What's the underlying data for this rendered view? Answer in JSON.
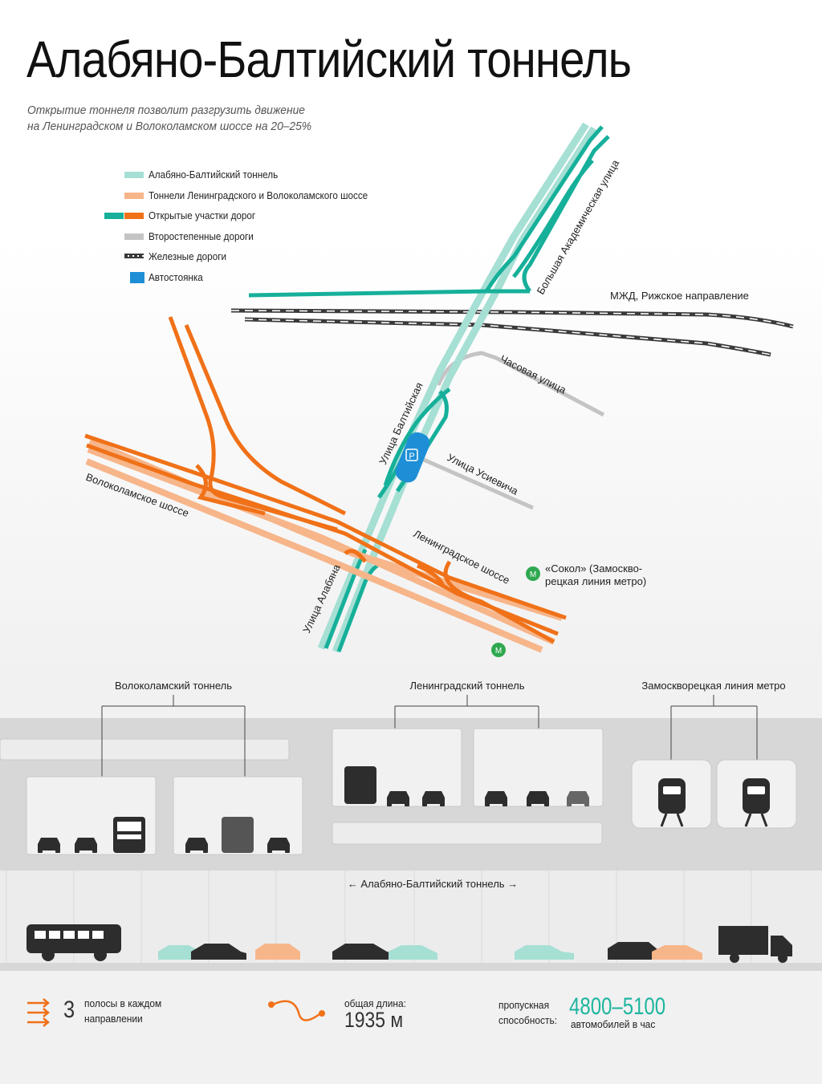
{
  "header": {
    "title": "Алабяно-Балтийский тоннель",
    "subtitle_line1": "Открытие тоннеля позволит разгрузить движение",
    "subtitle_line2": "на Ленинградском и Волоколамском шоссе на 20–25%"
  },
  "legend": [
    {
      "label": "Алабяно-Балтийский тоннель",
      "color": "#a6dfd4"
    },
    {
      "label": "Тоннели Ленинградского и Волоколамского шоссе",
      "color": "#f7b58a"
    },
    {
      "label": "Открытые участки дорог",
      "colors": [
        "#16b09a",
        "#f07118"
      ]
    },
    {
      "label": "Второстепенные дороги",
      "color": "#c4c4c4"
    },
    {
      "label": "Железные дороги",
      "color": "#3a3a3a"
    },
    {
      "label": "Автостоянка",
      "color": "#1e8fd6"
    }
  ],
  "map_labels": {
    "academic": "Большая Академическая улица",
    "mzd": "МЖД, Рижское направление",
    "chasovaya": "Часовая улица",
    "baltic": "Улица Балтийская",
    "usievicha": "Улица Усиевича",
    "volokolamskoe": "Волоколамское шоссе",
    "leningradskoe": "Ленинградское шоссе",
    "alabyana": "Улица Алабяна",
    "sokol_line1": "«Сокол» (Замоскво-",
    "sokol_line2": "рецкая линия метро)",
    "metro_icon": "М",
    "parking_icon": "P"
  },
  "sections": {
    "volokolamsky": "Волоколамский тоннель",
    "leningradsky": "Ленинградский тоннель",
    "metro_line": "Замоскворецкая линия метро",
    "alabyano": "← Алабяно-Балтийский тоннель →"
  },
  "stats": {
    "lanes_number": "3",
    "lanes_text_line1": "полосы в каждом",
    "lanes_text_line2": "направлении",
    "length_label": "общая длина:",
    "length_value": "1935 м",
    "capacity_label_line1": "пропускная",
    "capacity_label_line2": "способность:",
    "capacity_value": "4800–5100",
    "capacity_unit": "автомобилей в час"
  },
  "colors": {
    "teal": "#16b09a",
    "teal_light": "#a6dfd4",
    "orange": "#f07118",
    "orange_light": "#f7b58a",
    "grey_road": "#c4c4c4",
    "rail": "#3a3a3a",
    "parking": "#1e8fd6",
    "metro_green": "#2fa84f"
  }
}
